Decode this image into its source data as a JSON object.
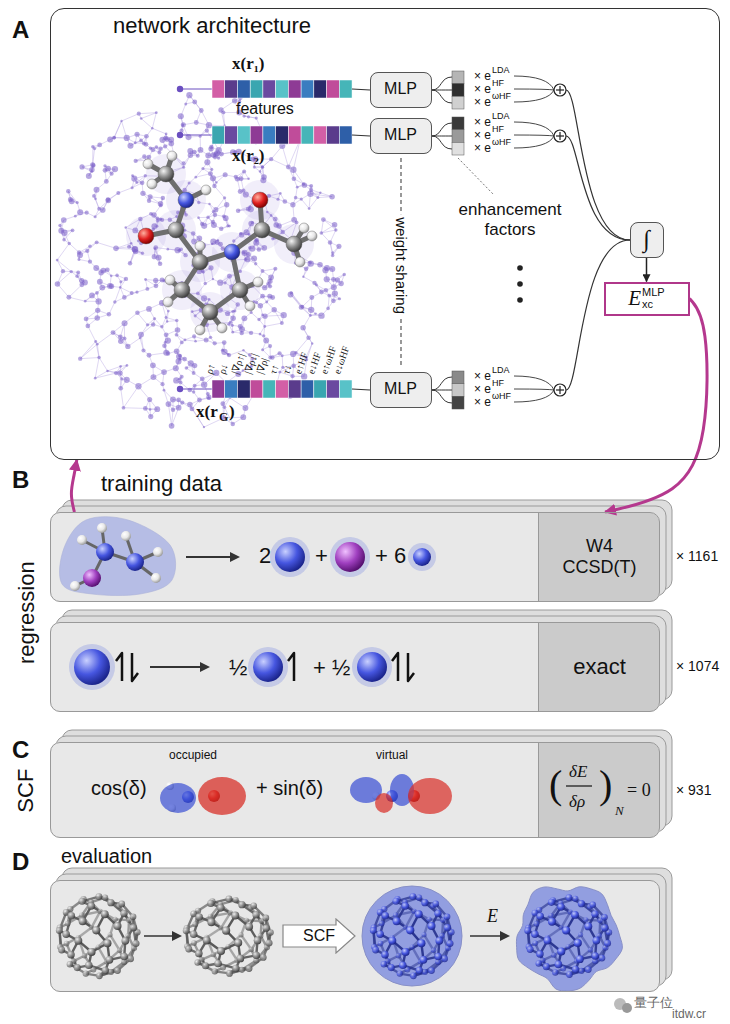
{
  "diagram": {
    "nodes": [
      {
        "text": [
          "network architecture"
        ]
      },
      {
        "text": [
          "MLP"
        ],
        "in": 0
      },
      {
        "text": [
          "MLP"
        ],
        "in": 0
      },
      {
        "text": [
          "MLP"
        ],
        "in": 0
      },
      {
        "text": [
          "∫"
        ],
        "in": 0
      },
      {
        "text": [
          "E",
          "xc",
          "MLP"
        ],
        "in": 0
      },
      {
        "text": [
          "training data",
          "2",
          "+",
          "+ 6"
        ]
      },
      {
        "text": [
          "W4 CCSD(T)"
        ],
        "in": 6
      },
      {
        "text": [
          "½",
          "+ ½"
        ]
      },
      {
        "text": [
          "exact"
        ],
        "in": 8
      },
      {
        "text": [
          "cos(δ)",
          "+ sin(δ)",
          "occupied",
          "virtual"
        ]
      },
      {
        "text": [
          "(",
          "δE",
          "δρ",
          ")",
          "N",
          "= 0"
        ],
        "in": 10
      },
      {
        "text": [
          "evaluation"
        ]
      },
      {
        "text": [
          "SCF"
        ],
        "in": 12
      }
    ],
    "edges": [
      {
        "from": 6,
        "to": 0,
        "arrow": "to"
      },
      {
        "from": 5,
        "to": 7,
        "arrow": "to"
      },
      {
        "from": 4,
        "to": 5,
        "arrow": "to"
      }
    ],
    "labels": [
      "A",
      "x(r₁)",
      "features",
      "x(r₂)",
      "ρ↑",
      "ρ↓",
      "|∇ρ↑|",
      "|∇ρ↓|",
      "|∇ρ|",
      "τ↑",
      "τ↓",
      "e↑HF",
      "e↓HF",
      "e↑ωHF",
      "e↓ωHF",
      "x(r",
      "G",
      ")",
      "× e",
      "LDA",
      "× e",
      "HF",
      "× e",
      "ωHF",
      "× e",
      "LDA",
      "× e",
      "HF",
      "× e",
      "ωHF",
      "× e",
      "LDA",
      "× e",
      "HF",
      "× e",
      "ωHF",
      "weight sharing",
      "enhancement factors",
      "B",
      "regression",
      "× 1161",
      "× 1074",
      "C",
      "SCF",
      "× 931",
      "D",
      "E",
      "量子位",
      "itdw.cr"
    ]
  }
}
